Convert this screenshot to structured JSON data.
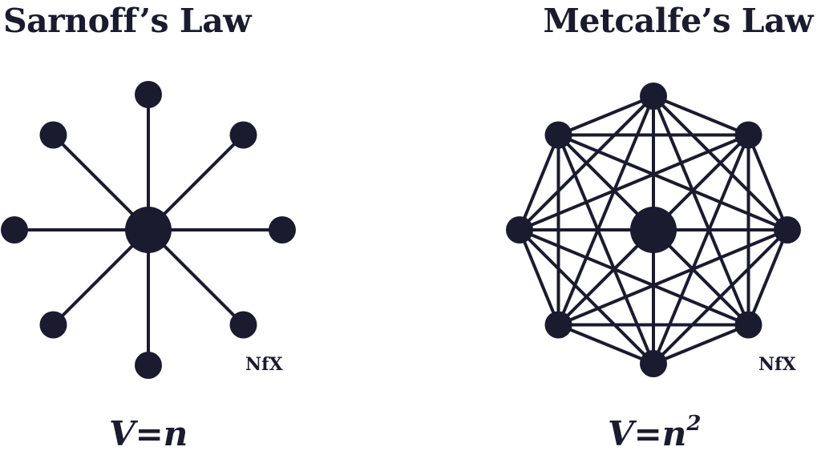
{
  "colors": {
    "ink": "#1b1b2f",
    "background": "#ffffff"
  },
  "diagrams": [
    {
      "title": "Sarnoff’s Law",
      "formula_base": "V=n",
      "formula_exp": "",
      "topology": "star",
      "outer_nodes": 8,
      "logo": "NfX"
    },
    {
      "title": "Metcalfe’s Law",
      "formula_base": "V=n",
      "formula_exp": "2",
      "topology": "complete",
      "outer_nodes": 8,
      "logo": "NfX"
    }
  ]
}
